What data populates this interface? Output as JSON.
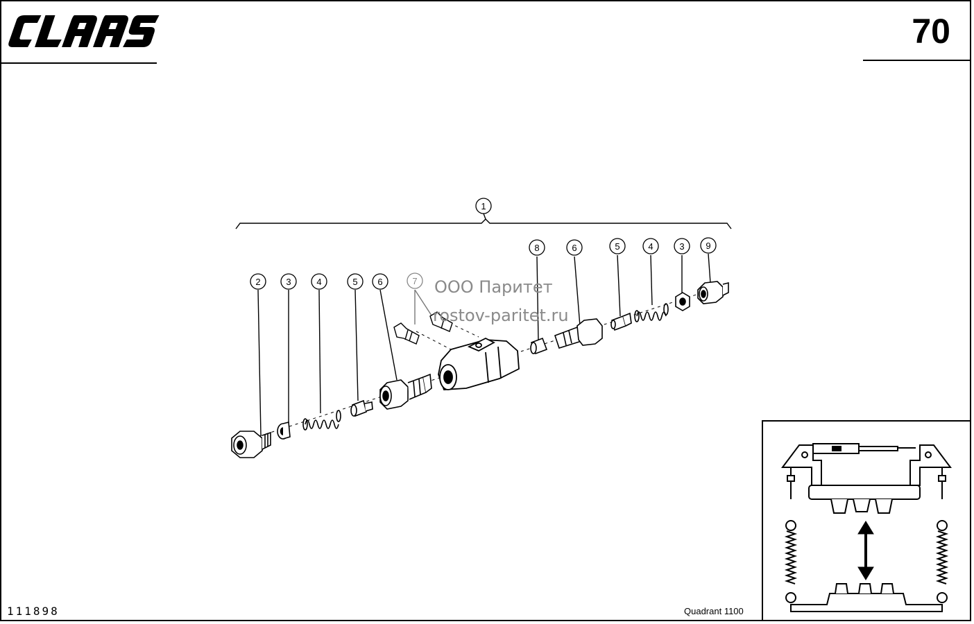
{
  "header": {
    "brand": "CLAAS",
    "page_number": "70"
  },
  "footer": {
    "drawing_number": "111898",
    "model": "Quadrant 1100"
  },
  "watermark": {
    "line1": "ООО Паритет",
    "line2": "rostov-paritet.ru"
  },
  "callouts": {
    "c1": "1",
    "c2": "2",
    "c3a": "3",
    "c4a": "4",
    "c5a": "5",
    "c6a": "6",
    "c7": "7",
    "c8": "8",
    "c6b": "6",
    "c5b": "5",
    "c4b": "4",
    "c3b": "3",
    "c9": "9"
  },
  "colors": {
    "ink": "#000000",
    "watermark": "#8a8a8a"
  }
}
